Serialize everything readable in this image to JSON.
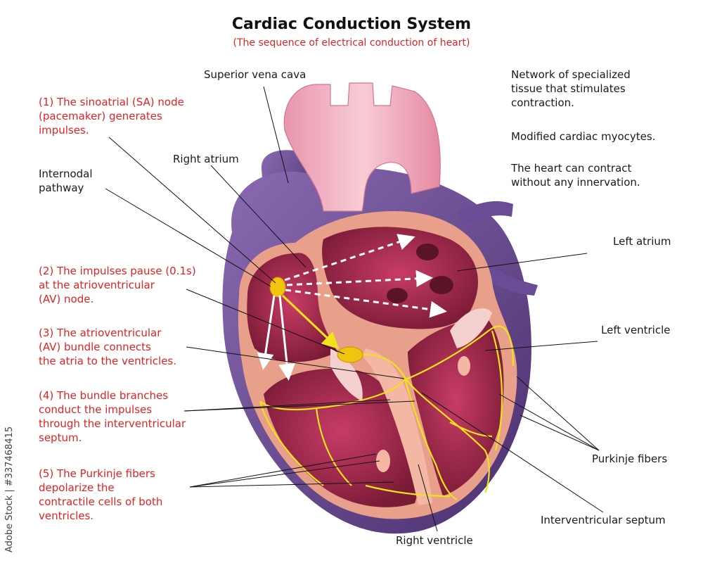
{
  "title": "Cardiac Conduction System",
  "subtitle": "(The sequence of electrical conduction of heart)",
  "steps": [
    "(1) The sinoatrial (SA) node\n(pacemaker) generates\nimpulses.",
    "(2) The impulses pause (0.1s)\nat the atrioventricular\n(AV) node.",
    "(3) The atrioventricular\n(AV) bundle connects\nthe atria to the ventricles.",
    "(4) The bundle branches\nconduct the impulses\nthrough the interventricular\nseptum.",
    "(5) The Purkinje fibers\ndepolarize the\ncontractile cells of both\nventricles."
  ],
  "notes": [
    "Network of specialized\ntissue that stimulates\ncontraction.",
    "Modified cardiac myocytes.",
    "The heart can contract\nwithout any innervation."
  ],
  "labels": {
    "superior_vena_cava": "Superior vena cava",
    "right_atrium": "Right atrium",
    "internodal_pathway": "Internodal\npathway",
    "left_atrium": "Left atrium",
    "left_ventricle": "Left ventricle",
    "purkinje_fibers": "Purkinje fibers",
    "interventricular_septum": "Interventricular septum",
    "right_ventricle": "Right ventricle"
  },
  "watermark": "Adobe Stock | #337468415",
  "colors": {
    "step_text": "#e32222",
    "conduction": "#f2e21c",
    "node": "#f1c40f",
    "vessel_purple": "#6a4b95",
    "aorta_pink": "#f2b4c3",
    "muscle": "#8a2340",
    "chamber": "#b5315a",
    "wall": "#e8a08a"
  }
}
